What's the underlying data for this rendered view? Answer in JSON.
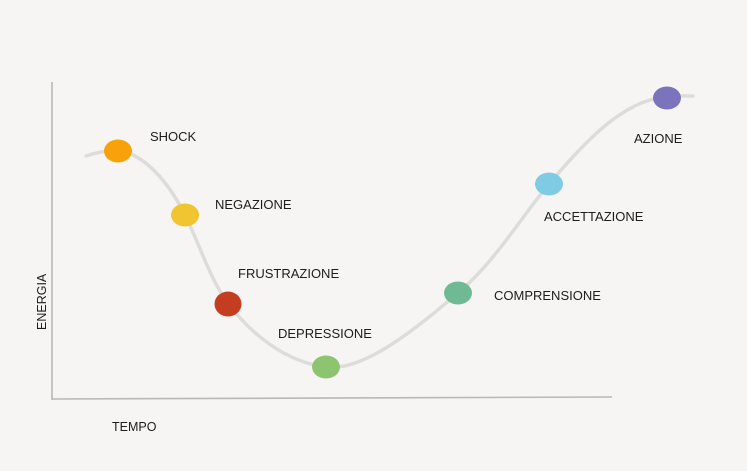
{
  "axes": {
    "y_label": "ENERGIA",
    "x_label": "TEMPO"
  },
  "stages": [
    {
      "label": "SHOCK",
      "color": "#f7a20a"
    },
    {
      "label": "NEGAZIONE",
      "color": "#f0c531"
    },
    {
      "label": "FRUSTRAZIONE",
      "color": "#c53d20"
    },
    {
      "label": "DEPRESSIONE",
      "color": "#8dc470"
    },
    {
      "label": "COMPRENSIONE",
      "color": "#6fba94"
    },
    {
      "label": "ACCETTAZIONE",
      "color": "#7ecbe3"
    },
    {
      "label": "AZIONE",
      "color": "#7b74bd"
    }
  ],
  "colors": {
    "background": "#f6f5f4",
    "curve": "#dddcda",
    "axis": "#b9b8b6"
  }
}
